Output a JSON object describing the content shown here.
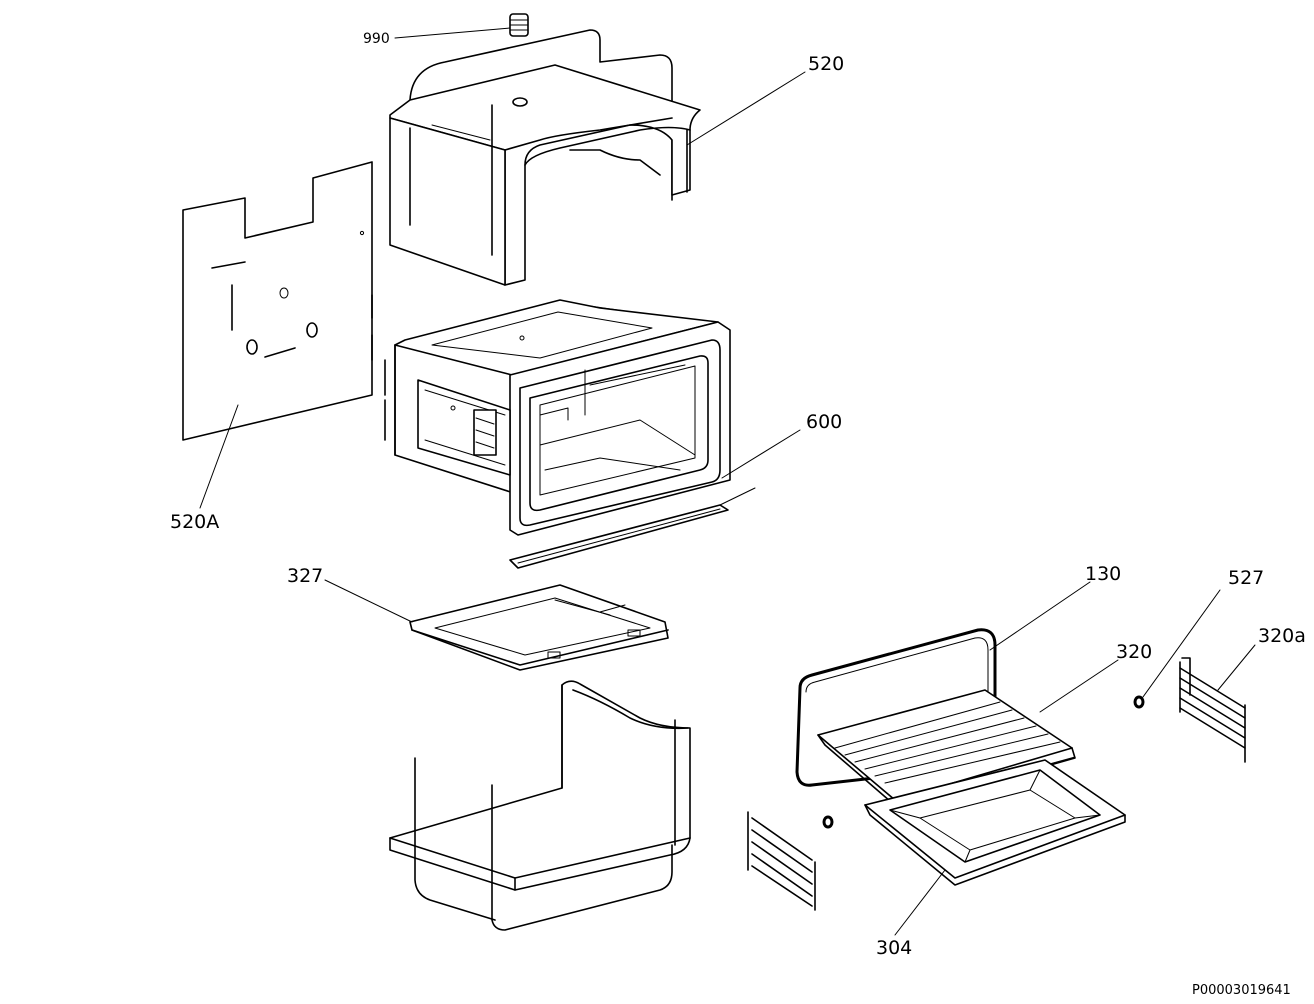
{
  "labels": {
    "p990": "990",
    "p520": "520",
    "p520a": "520A",
    "p600": "600",
    "p327": "327",
    "p130": "130",
    "p527": "527",
    "p320": "320",
    "p320a": "320a",
    "p304": "304"
  },
  "reference": "P00003019641"
}
